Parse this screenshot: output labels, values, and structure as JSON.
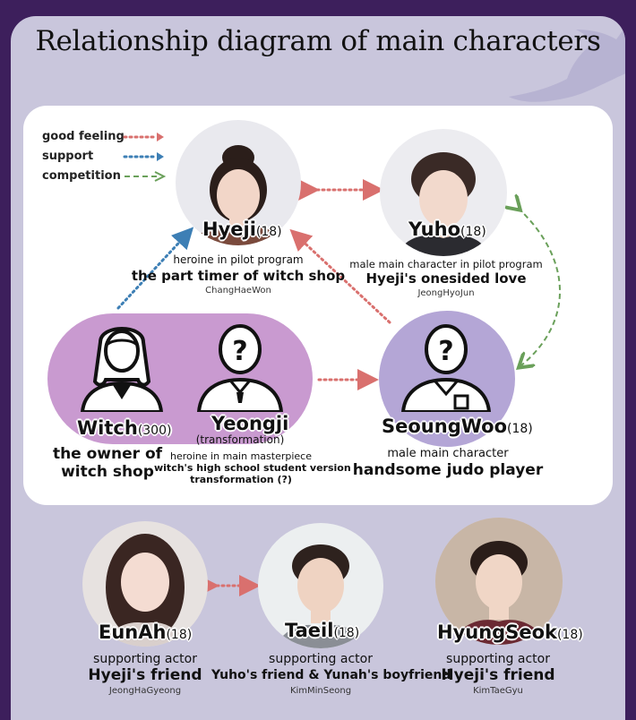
{
  "title": "Relationship diagram of main characters",
  "legend": {
    "items": [
      {
        "label": "good feeling",
        "color": "#d9706e",
        "style": "dotted"
      },
      {
        "label": "support",
        "color": "#3d7fb5",
        "style": "dotted"
      },
      {
        "label": "competition",
        "color": "#6aa05a",
        "style": "dashed"
      }
    ]
  },
  "characters": {
    "hyeji": {
      "name": "Hyeji",
      "age": "(18)",
      "role": "heroine in pilot program",
      "desc": "the part timer of witch shop",
      "actor": "ChangHaeWon"
    },
    "yuho": {
      "name": "Yuho",
      "age": "(18)",
      "role": "male main character in pilot program",
      "desc": "Hyeji's onesided love",
      "actor": "JeongHyoJun"
    },
    "witch": {
      "name": "Witch",
      "age": "(300)",
      "desc_line1": "the owner of",
      "desc_line2": "witch shop"
    },
    "yeongji": {
      "name": "Yeongji",
      "note": "(transformation)",
      "line1": "heroine in main masterpiece",
      "line2": "witch's high school student version",
      "line3": "transformation (?)"
    },
    "seoungwoo": {
      "name": "SeoungWoo",
      "age": "(18)",
      "role": "male main character",
      "desc": "handsome judo player"
    },
    "eunah": {
      "name": "EunAh",
      "age": "(18)",
      "role": "supporting actor",
      "desc": "Hyeji's friend",
      "actor": "JeongHaGyeong"
    },
    "taeil": {
      "name": "Taeil",
      "age": "(18)",
      "role": "supporting actor",
      "desc": "Yuho's friend & Yunah's boyfriend",
      "actor": "KimMinSeong"
    },
    "hyungseok": {
      "name": "HyungSeok",
      "age": "(18)",
      "role": "supporting actor",
      "desc": "Hyeji's friend",
      "actor": "KimTaeGyu"
    }
  },
  "colors": {
    "background": "#3d1f5c",
    "panel": "#c9c6dc",
    "pill": "#c99ad0",
    "bubble": "#b4a6d6"
  }
}
